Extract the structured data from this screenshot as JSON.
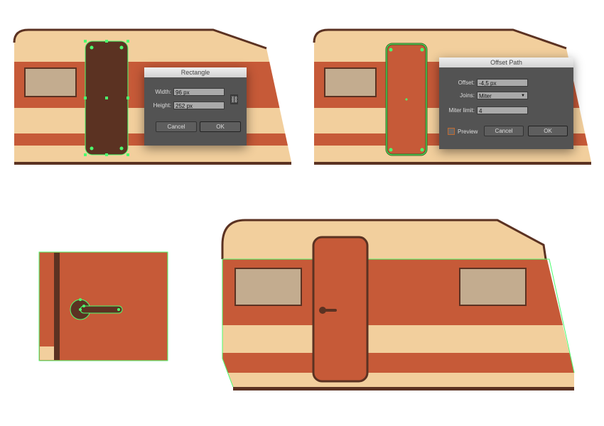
{
  "rectangle_dialog": {
    "title": "Rectangle",
    "width_label": "Width:",
    "width_value": "96 px",
    "height_label": "Height:",
    "height_value": "252 px",
    "cancel": "Cancel",
    "ok": "OK",
    "link_icon": "link-icon"
  },
  "offset_dialog": {
    "title": "Offset Path",
    "offset_label": "Offset:",
    "offset_value": "-4,5 px",
    "joins_label": "Joins:",
    "joins_value": "Miter",
    "miter_label": "Miter limit:",
    "miter_value": "4",
    "preview_label": "Preview",
    "cancel": "Cancel",
    "ok": "OK"
  },
  "colors": {
    "cream": "#F2CF9D",
    "orange": "#C65A38",
    "brown": "#5B3222",
    "window": "#C3AC8F",
    "selection": "#4CFF6E"
  }
}
